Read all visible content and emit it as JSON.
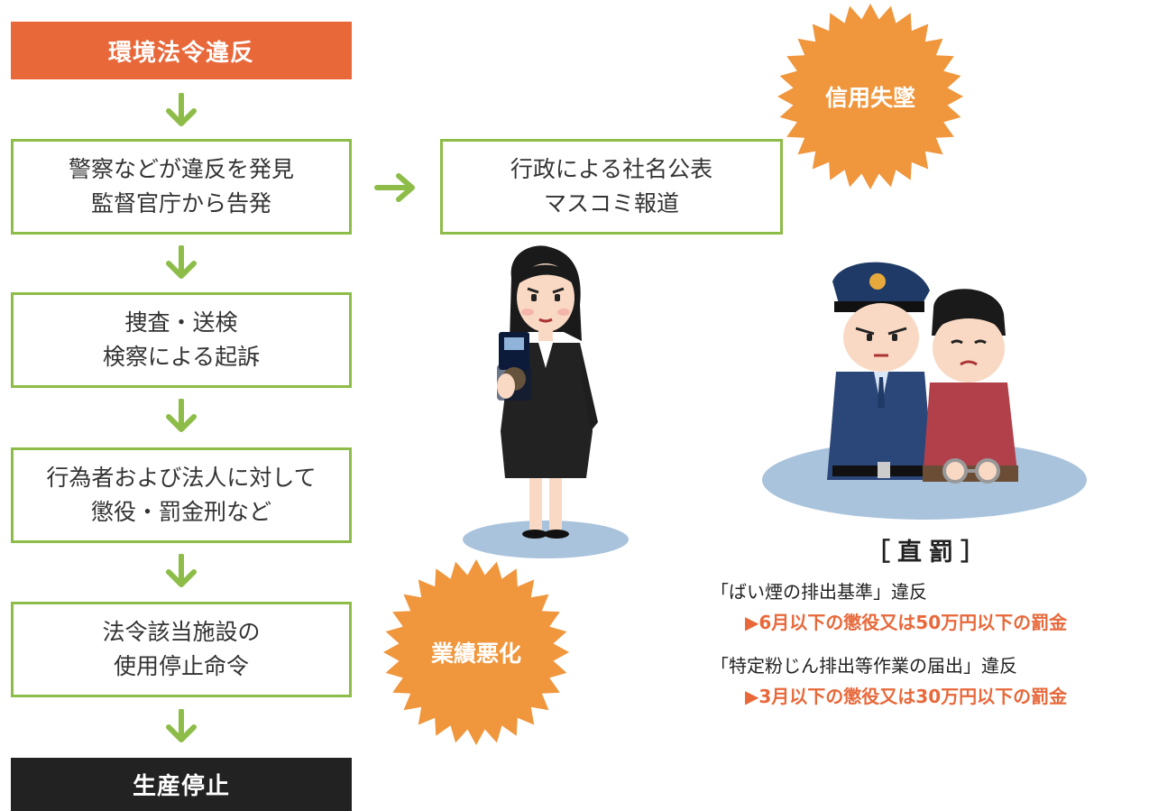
{
  "flow": {
    "start": "環境法令違反",
    "steps": [
      {
        "line1": "警察などが違反を発見",
        "line2": "監督官庁から告発"
      },
      {
        "line1": "捜査・送検",
        "line2": "検察による起訴"
      },
      {
        "line1": "行為者および法人に対して",
        "line2": "懲役・罰金刑など"
      },
      {
        "line1": "法令該当施設の",
        "line2": "使用停止命令"
      }
    ],
    "end": "生産停止"
  },
  "side_box": {
    "line1": "行政による社名公表",
    "line2": "マスコミ報道"
  },
  "bursts": {
    "credit": "信用失墜",
    "performance": "業績悪化"
  },
  "penalty": {
    "title": "［直罰］",
    "items": [
      {
        "violation": "「ばい煙の排出基準」違反",
        "penalty": "▶6月以下の懲役又は50万円以下の罰金"
      },
      {
        "violation": "「特定粉じん排出等作業の届出」違反",
        "penalty": "▶3月以下の懲役又は30万円以下の罰金"
      }
    ]
  },
  "colors": {
    "orange": "#e8683a",
    "green": "#8dbd48",
    "burst": "#f0963c",
    "dark": "#222222",
    "shadow": "#a9c3dc"
  },
  "icons": [
    "down-arrow-icon",
    "right-arrow-icon",
    "detective-illustration",
    "police-arrest-illustration"
  ]
}
